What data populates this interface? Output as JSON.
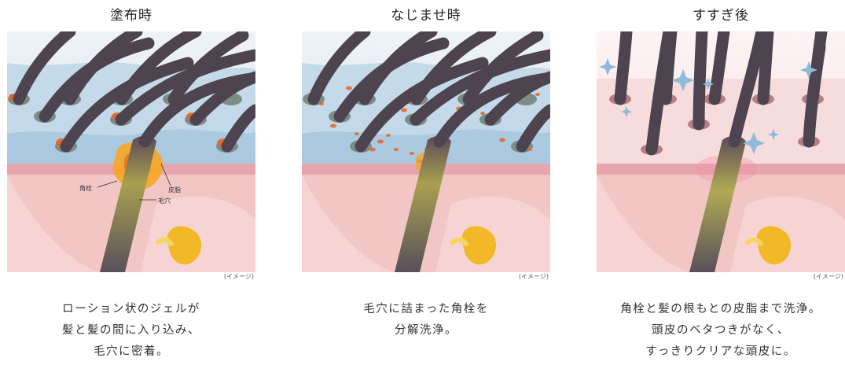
{
  "panels": [
    {
      "title": "塗布時",
      "note": "(イメージ)",
      "caption": [
        "ローション状のジェルが",
        "髪と髪の間に入り込み、",
        "毛穴に密着。"
      ],
      "labels": {
        "plug": "角栓",
        "sebum": "皮脂",
        "pore": "毛穴"
      }
    },
    {
      "title": "なじませ時",
      "note": "(イメージ)",
      "caption": [
        "毛穴に詰まった角栓を",
        "分解洗浄。"
      ]
    },
    {
      "title": "すすぎ後",
      "note": "(イメージ)",
      "caption": [
        "角栓と髪の根もとの皮脂まで洗浄。",
        "頭皮のベタつきがなく、",
        "すっきりクリアな頭皮に。"
      ]
    }
  ]
}
